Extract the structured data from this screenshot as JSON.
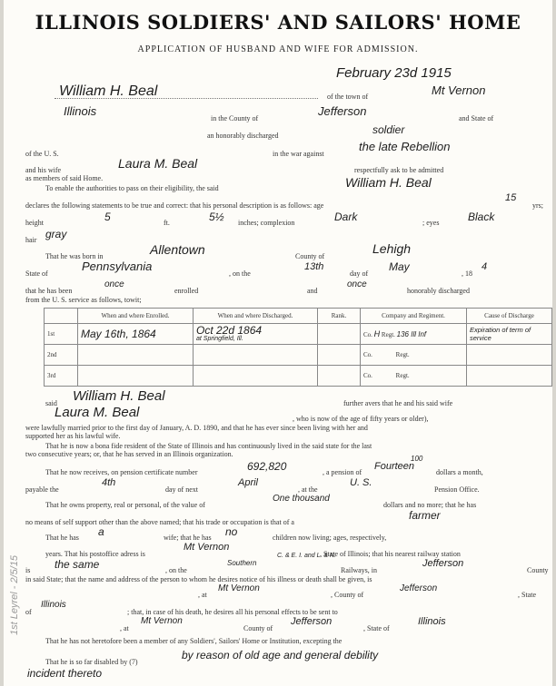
{
  "header": {
    "title": "ILLINOIS SOLDIERS' AND SAILORS' HOME",
    "subtitle": "APPLICATION OF HUSBAND AND WIFE FOR ADMISSION."
  },
  "date": "February 23d 1915",
  "printed": {
    "l1": "of the town of",
    "l2a": "in the County of",
    "l2b": "and State of",
    "l3": "an honorably discharged",
    "l4a": "of the U. S.",
    "l4b": "in the war against",
    "l5a": "and his wife",
    "l5b": "respectfully ask to be admitted",
    "l6": "as members of said Home.",
    "l7": "To enable the authorities to pass on their eligibility, the said",
    "l8": "declares the following statements to be true and correct: that his personal description is as follows: age",
    "l8b": "yrs;",
    "l9a": "height",
    "l9b": "ft.",
    "l9c": "inches; complexion",
    "l9d": "; eyes",
    "l10": "hair",
    "l11a": "That he was born in",
    "l11b": "County of",
    "l12a": "State of",
    "l12b": ", on the",
    "l12c": "day of",
    "l12d": ", 18",
    "l13a": "that he has been",
    "l13b": "enrolled",
    "l13c": "and",
    "l13d": "honorably discharged",
    "l14": "from the U. S. service as follows, towit;",
    "p1a": "said",
    "p1b": "further avers that he and his said wife",
    "p2": ", who is now of the age of fifty years or older),",
    "p3": "were lawfully married prior to the first day of January, A. D. 1890, and that he has ever since been living with her and",
    "p4": "supported her as his lawful wife.",
    "p5": "That he is now a bona fide resident of the State of Illinois and has continuously lived in the said state for the last",
    "p6": "two consecutive years; or, that he has served in an Illinois organization.",
    "p7a": "That he now receives, on pension certificate number",
    "p7b": ", a pension of",
    "p7c": "dollars a month,",
    "p8a": "payable the",
    "p8b": "day of next",
    "p8c": ", at the",
    "p8d": "Pension Office.",
    "p9a": "That he owns property, real or personal, of the value of",
    "p9b": "dollars and no more; that he has",
    "p10": "no means of self support other than the above named; that his trade or occupation is that of a",
    "p11a": "That he has",
    "p11b": "wife; that he has",
    "p11c": "children now living; ages, respectively,",
    "p12a": "years. That his postoffice adress is",
    "p12b": ", State of Illinois; that his nearest railway station",
    "p13a": "is",
    "p13b": ", on the",
    "p13c": "Railways, in",
    "p13d": "County",
    "p14": "in said State; that the name and address of the person to whom he desires notice of his illness or death shall be given, is",
    "p15a": ", at",
    "p15b": ", County of",
    "p15c": ", State",
    "p16a": "of",
    "p16b": "; that, in case of his death, he desires all his personal effects to be sent to",
    "p17a": ", at",
    "p17b": "County of",
    "p17c": ", State of",
    "p18": "That he has not heretofore been a member of any Soldiers', Sailors' Home or Institution, excepting the",
    "p19": "That he is so far disabled by (7)"
  },
  "handwritten": {
    "name": "William H. Beal",
    "town": "Mt Vernon",
    "county": "Jefferson",
    "state": "Illinois",
    "rank": "soldier",
    "war": "the late Rebellion",
    "wife": "Laura M. Beal",
    "name2": "William H. Beal",
    "age": "15",
    "height_ft": "5",
    "height_in": "5½",
    "complexion": "Dark",
    "eyes": "Black",
    "hair": "gray",
    "birth_town": "Allentown",
    "birth_county": "Lehigh",
    "birth_state": "Pennsylvania",
    "birth_day": "13th",
    "birth_month": "May",
    "birth_year": "4",
    "enrolled": "once",
    "discharged": "once",
    "said_name": "William H. Beal",
    "wife2": "Laura M. Beal",
    "cert_number": "692,820",
    "pension": "Fourteen",
    "pension_amt": "100",
    "payable_day": "4th",
    "payable_month": "April",
    "pension_office": "U. S.",
    "property": "One thousand",
    "trade": "farmer",
    "has_wife": "a",
    "children": "no",
    "postoffice": "Mt Vernon",
    "station": "the same",
    "railway": "C. & E. I. and L. & N.",
    "railway2": "Southern",
    "rail_county": "Jefferson",
    "notice_town": "Mt Vernon",
    "notice_county": "Jefferson",
    "notice_state": "Illinois",
    "effects_town": "Mt Vernon",
    "effects_county": "Jefferson",
    "effects_state": "Illinois",
    "disabled": "by reason of old age and general debility",
    "disabled2": "incident thereto"
  },
  "service_table": {
    "headers": [
      "When and where Enrolled.",
      "When and where Discharged.",
      "Rank.",
      "Company and Regiment.",
      "Cause of Discharge"
    ],
    "row_labels": [
      "1st",
      "2nd",
      "3rd"
    ],
    "row1": {
      "enrolled": "May 16th, 1864",
      "discharged": "Oct 22d 1864",
      "discharged_place": "at Springfield, Ill.",
      "co": "Co.",
      "company": "H",
      "regt": "Regt.",
      "regiment": "136 Ill Inf",
      "cause": "Expiration of term of service"
    },
    "blank_co": "Co.",
    "blank_regt": "Regt."
  },
  "margin_note": "1st Leyrel - 2/5/15"
}
